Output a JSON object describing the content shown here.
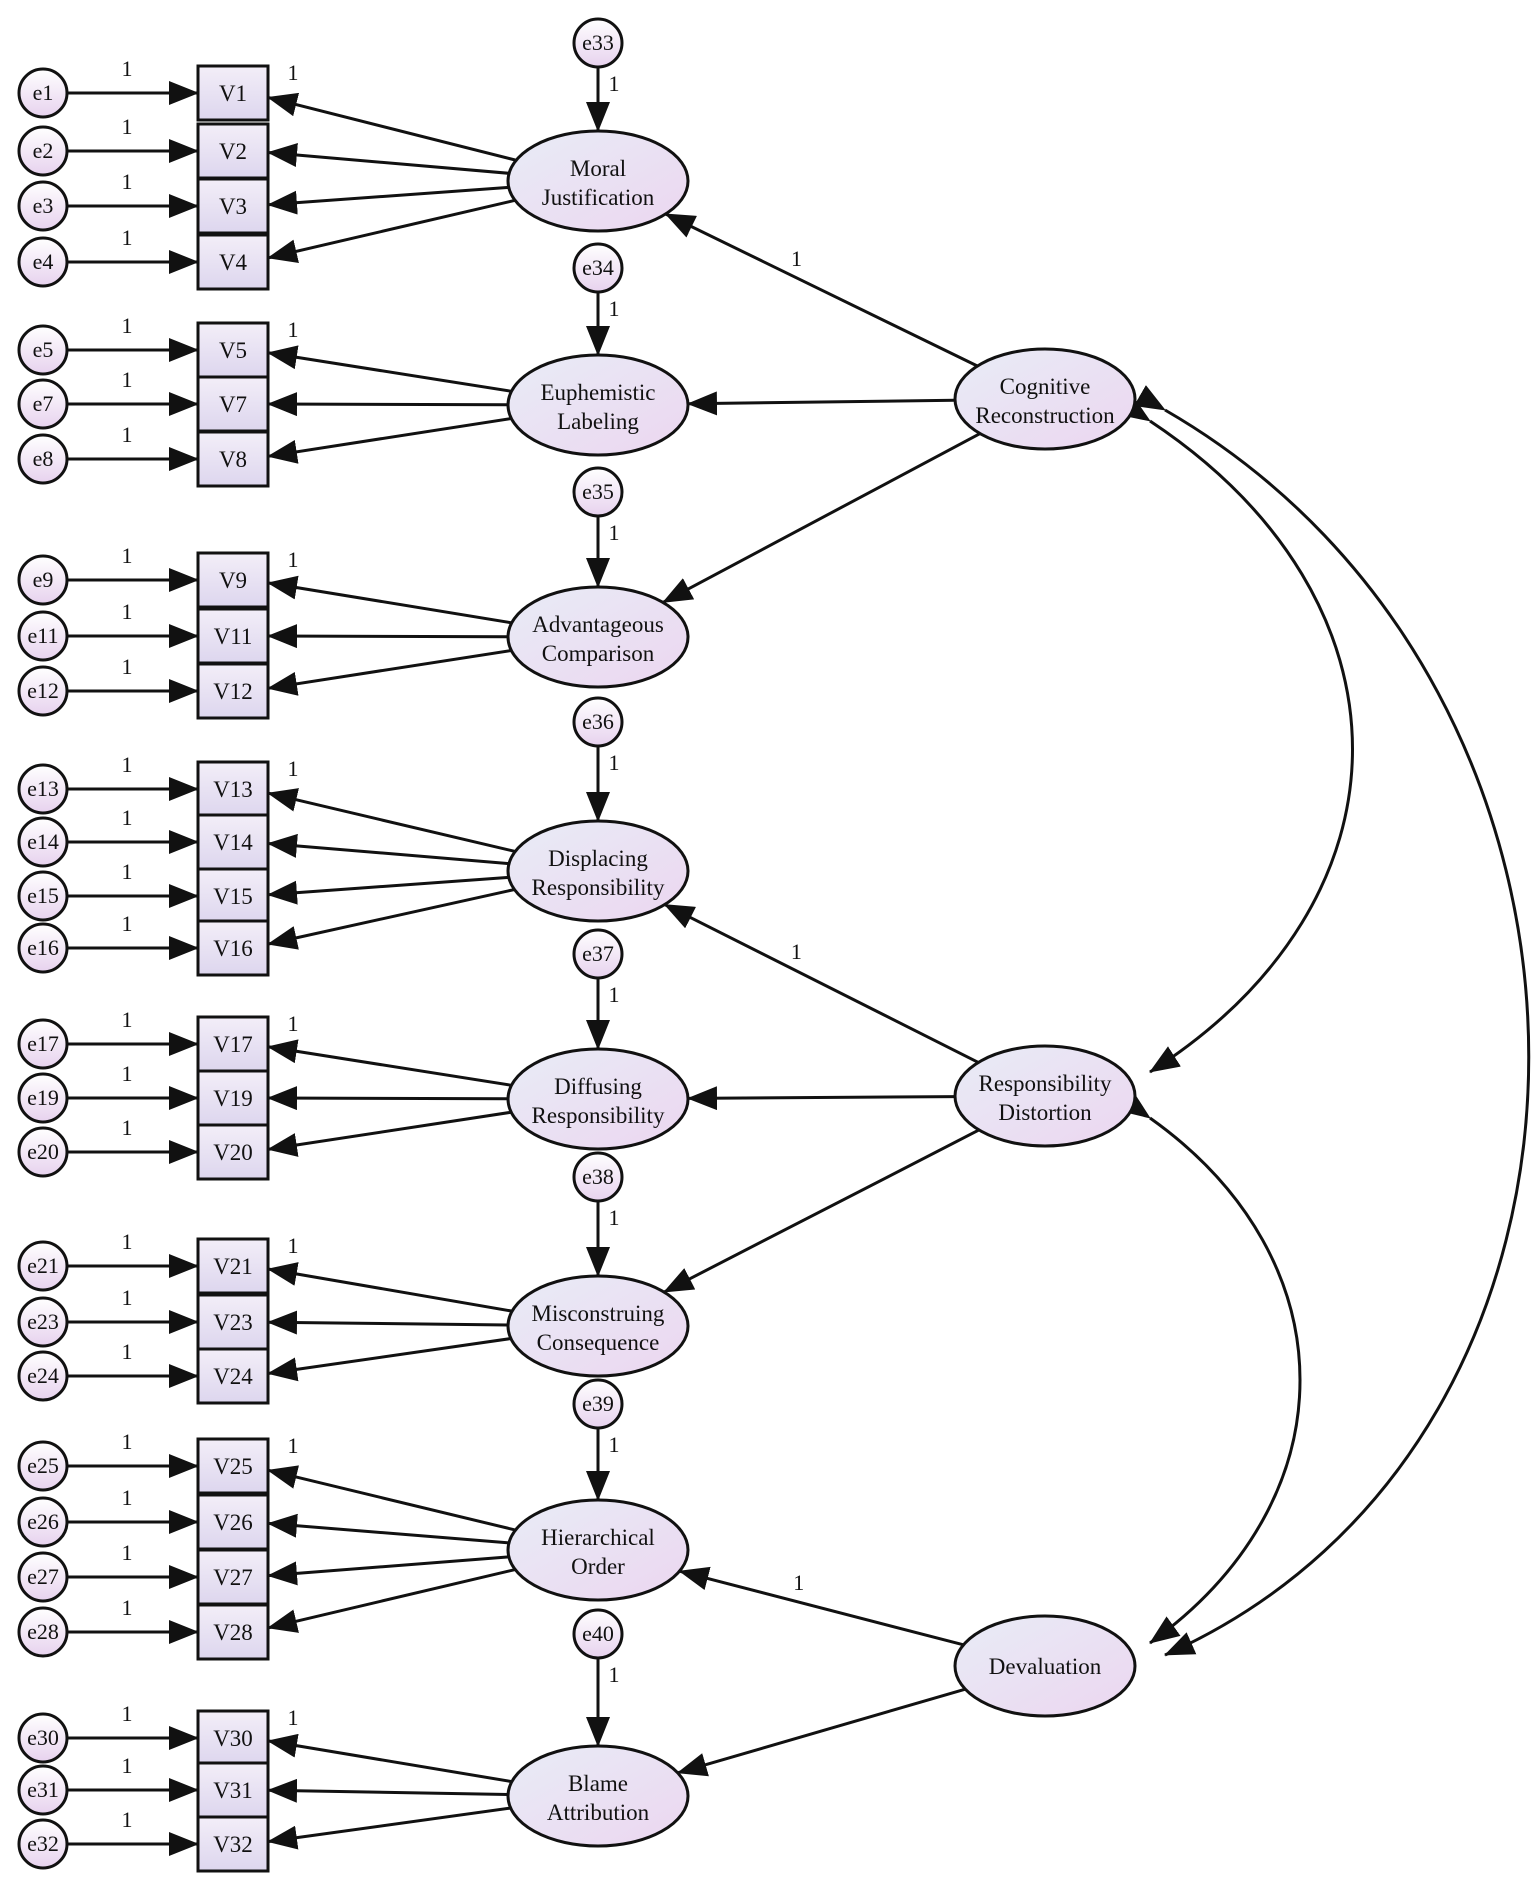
{
  "colors": {
    "stroke": "#111111",
    "error_fill_top": "#ffffff",
    "error_fill_bottom": "#e7d2ee",
    "box_fill_top": "#f3eef8",
    "box_fill_bottom": "#ddd6ee",
    "latent_fill_top": "#e8ecf6",
    "latent_fill_bottom": "#ecd6f0"
  },
  "fixed_loading_label": "1",
  "blocks": [
    {
      "factor": "Moral Justification",
      "lines": [
        "Moral",
        "Justification"
      ],
      "disturbance": "e33",
      "items": [
        {
          "var": "V1",
          "err": "e1"
        },
        {
          "var": "V2",
          "err": "e2"
        },
        {
          "var": "V3",
          "err": "e3"
        },
        {
          "var": "V4",
          "err": "e4"
        }
      ]
    },
    {
      "factor": "Euphemistic Labeling",
      "lines": [
        "Euphemistic",
        "Labeling"
      ],
      "disturbance": "e34",
      "items": [
        {
          "var": "V5",
          "err": "e5"
        },
        {
          "var": "V7",
          "err": "e7"
        },
        {
          "var": "V8",
          "err": "e8"
        }
      ]
    },
    {
      "factor": "Advantageous Comparison",
      "lines": [
        "Advantageous",
        "Comparison"
      ],
      "disturbance": "e35",
      "items": [
        {
          "var": "V9",
          "err": "e9"
        },
        {
          "var": "V11",
          "err": "e11"
        },
        {
          "var": "V12",
          "err": "e12"
        }
      ]
    },
    {
      "factor": "Displacing Responsibility",
      "lines": [
        "Displacing",
        "Responsibility"
      ],
      "disturbance": "e36",
      "items": [
        {
          "var": "V13",
          "err": "e13"
        },
        {
          "var": "V14",
          "err": "e14"
        },
        {
          "var": "V15",
          "err": "e15"
        },
        {
          "var": "V16",
          "err": "e16"
        }
      ]
    },
    {
      "factor": "Diffusing Responsibility",
      "lines": [
        "Diffusing",
        "Responsibility"
      ],
      "disturbance": "e37",
      "items": [
        {
          "var": "V17",
          "err": "e17"
        },
        {
          "var": "V19",
          "err": "e19"
        },
        {
          "var": "V20",
          "err": "e20"
        }
      ]
    },
    {
      "factor": "Misconstruing Consequence",
      "lines": [
        "Misconstruing",
        "Consequence"
      ],
      "disturbance": "e38",
      "items": [
        {
          "var": "V21",
          "err": "e21"
        },
        {
          "var": "V23",
          "err": "e23"
        },
        {
          "var": "V24",
          "err": "e24"
        }
      ]
    },
    {
      "factor": "Hierarchical Order",
      "lines": [
        "Hierarchical",
        "Order"
      ],
      "disturbance": "e39",
      "items": [
        {
          "var": "V25",
          "err": "e25"
        },
        {
          "var": "V26",
          "err": "e26"
        },
        {
          "var": "V27",
          "err": "e27"
        },
        {
          "var": "V28",
          "err": "e28"
        }
      ]
    },
    {
      "factor": "Blame Attribution",
      "lines": [
        "Blame",
        "Attribution"
      ],
      "disturbance": "e40",
      "items": [
        {
          "var": "V30",
          "err": "e30"
        },
        {
          "var": "V31",
          "err": "e31"
        },
        {
          "var": "V32",
          "err": "e32"
        }
      ]
    }
  ],
  "higher_order": [
    {
      "name": "Cognitive Reconstruction",
      "lines": [
        "Cognitive",
        "Reconstruction"
      ],
      "targets": [
        0,
        1,
        2
      ],
      "fixed_target": 0
    },
    {
      "name": "Responsibility Distortion",
      "lines": [
        "Responsibility",
        "Distortion"
      ],
      "targets": [
        3,
        4,
        5
      ],
      "fixed_target": 3
    },
    {
      "name": "Devaluation",
      "lines": [
        "Devaluation"
      ],
      "targets": [
        6,
        7
      ],
      "fixed_target": 6
    }
  ],
  "covariances": [
    [
      0,
      1
    ],
    [
      1,
      2
    ],
    [
      0,
      2
    ]
  ]
}
